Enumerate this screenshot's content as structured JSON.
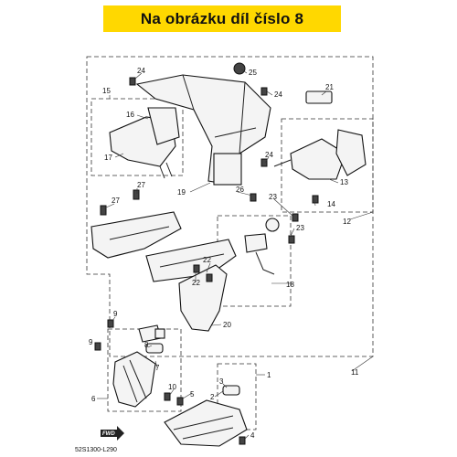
{
  "banner": {
    "text": "Na obrázku díl číslo 8",
    "color": "#ffd800"
  },
  "diagram_code": "52S1300-L290",
  "fwd_label": "FWD",
  "callouts": [
    {
      "id": "c24a",
      "text": "24"
    },
    {
      "id": "c25",
      "text": "25"
    },
    {
      "id": "c24b",
      "text": "24"
    },
    {
      "id": "c21",
      "text": "21"
    },
    {
      "id": "c15",
      "text": "15"
    },
    {
      "id": "c16",
      "text": "16"
    },
    {
      "id": "c17",
      "text": "17"
    },
    {
      "id": "c24c",
      "text": "24"
    },
    {
      "id": "c13",
      "text": "13"
    },
    {
      "id": "c27a",
      "text": "27"
    },
    {
      "id": "c27b",
      "text": "27"
    },
    {
      "id": "c19",
      "text": "19"
    },
    {
      "id": "c26",
      "text": "26"
    },
    {
      "id": "c14",
      "text": "14"
    },
    {
      "id": "c23a",
      "text": "23"
    },
    {
      "id": "c23b",
      "text": "23"
    },
    {
      "id": "c12",
      "text": "12"
    },
    {
      "id": "c22a",
      "text": "22"
    },
    {
      "id": "c22b",
      "text": "22"
    },
    {
      "id": "c18",
      "text": "18"
    },
    {
      "id": "c20",
      "text": "20"
    },
    {
      "id": "c9a",
      "text": "9"
    },
    {
      "id": "c9b",
      "text": "9"
    },
    {
      "id": "c8",
      "text": "8"
    },
    {
      "id": "c7",
      "text": "7"
    },
    {
      "id": "c6",
      "text": "6"
    },
    {
      "id": "c11",
      "text": "11"
    },
    {
      "id": "c1",
      "text": "1"
    },
    {
      "id": "c3",
      "text": "3"
    },
    {
      "id": "c2",
      "text": "2"
    },
    {
      "id": "c10",
      "text": "10"
    },
    {
      "id": "c5",
      "text": "5"
    },
    {
      "id": "c4",
      "text": "4"
    }
  ]
}
